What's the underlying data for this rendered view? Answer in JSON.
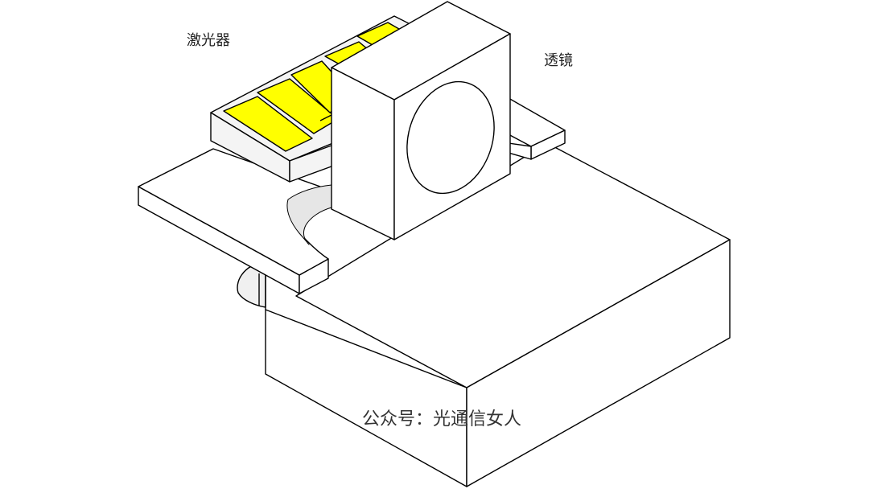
{
  "labels": {
    "laser": "激光器",
    "lens": "透镜"
  },
  "watermark": "公众号：光通信女人",
  "colors": {
    "laser_pad": "#ffff00",
    "stroke": "#000000",
    "fill": "#ffffff",
    "laser_body": "#f4f4f4",
    "hole_shadow": "#e6e6e6"
  }
}
